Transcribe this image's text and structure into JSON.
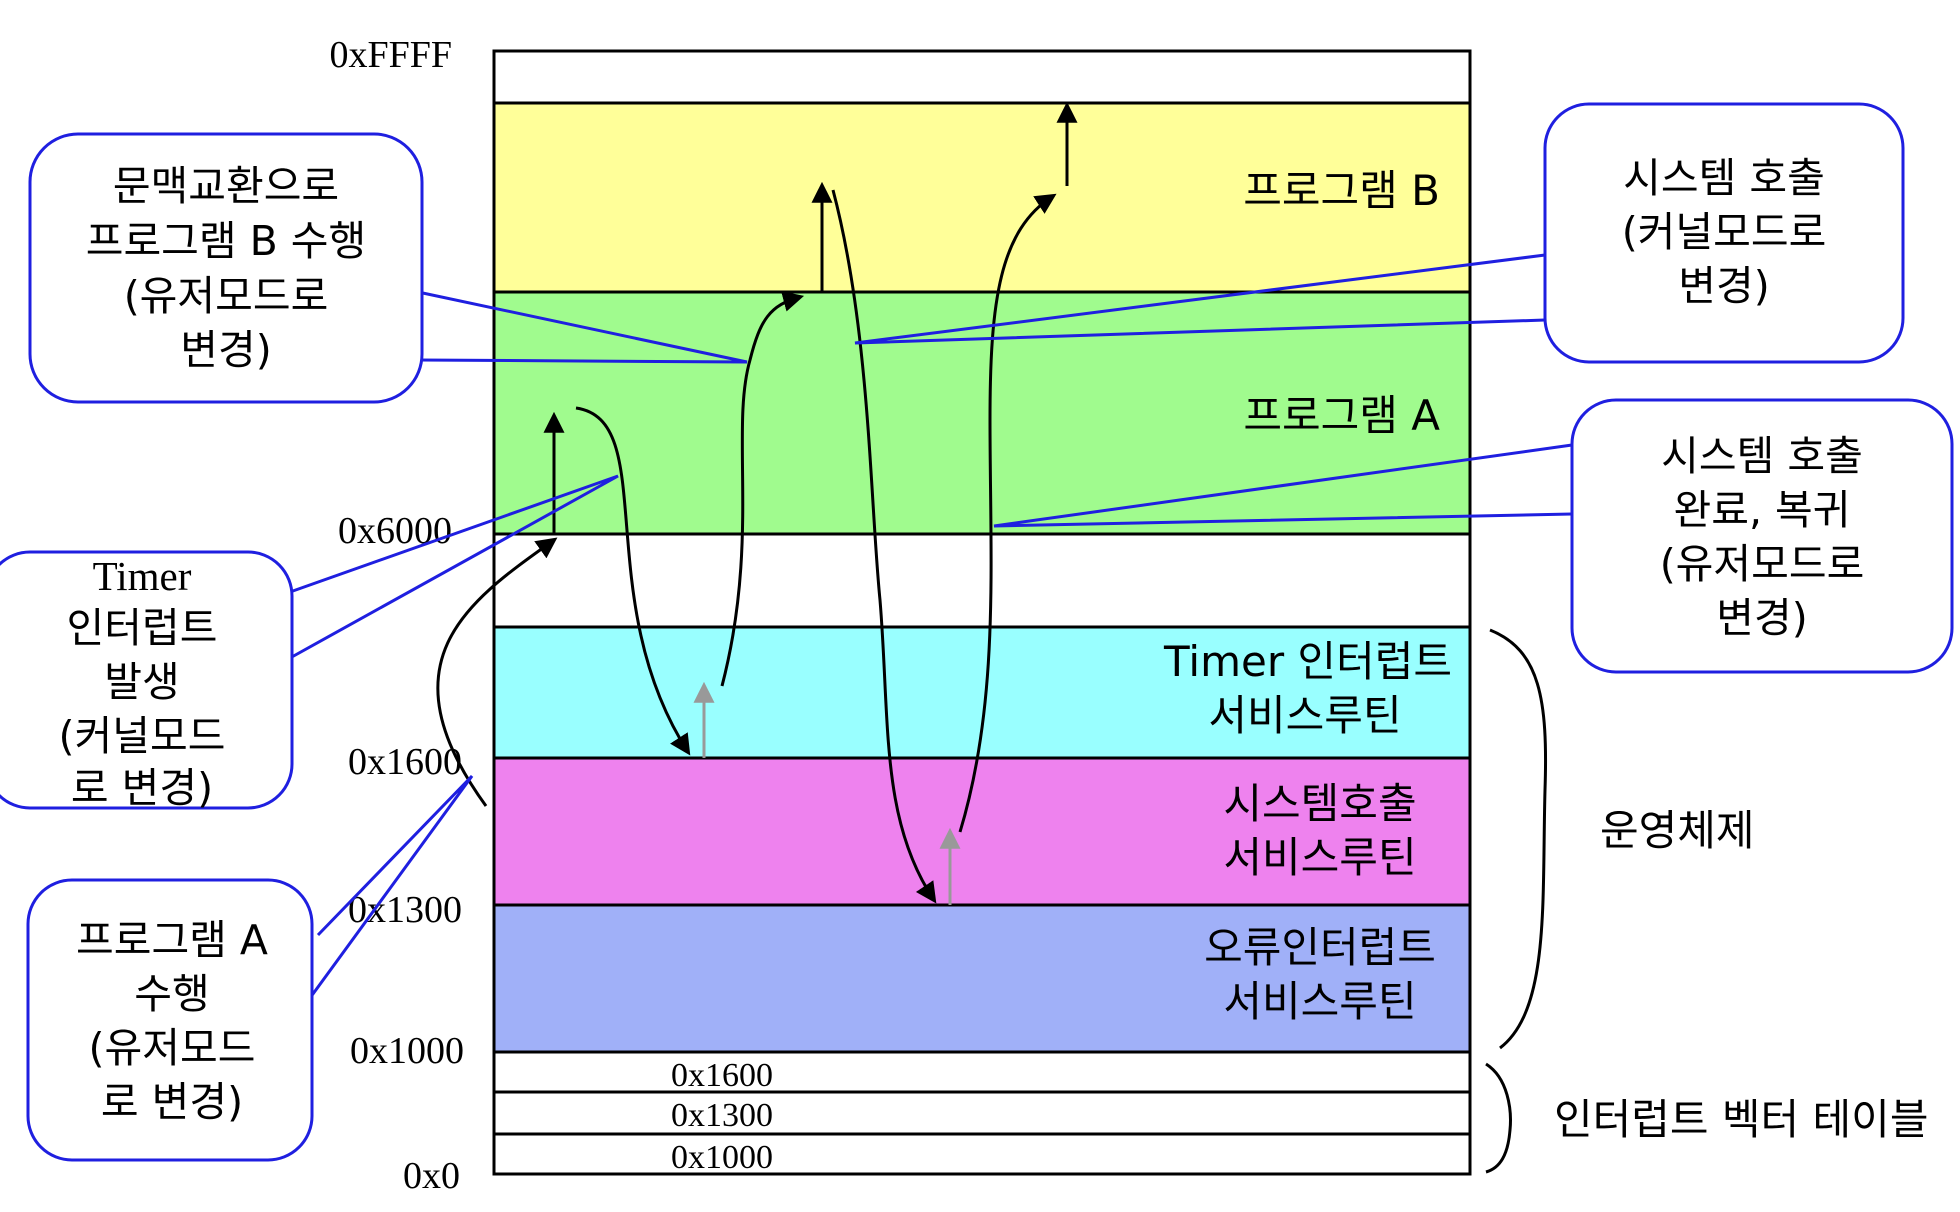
{
  "addresses": {
    "ffff": "0xFFFF",
    "a6000": "0x6000",
    "a1600": "0x1600",
    "a1300": "0x1300",
    "a1000": "0x1000",
    "a0": "0x0"
  },
  "vector_table_entries": [
    "0x1600",
    "0x1300",
    "0x1000"
  ],
  "regions": {
    "program_b": {
      "label": "프로그램 B",
      "color": "#FFFF99"
    },
    "program_a": {
      "label": "프로그램 A",
      "color": "#A0FB8E"
    },
    "timer_isr": {
      "line1": "Timer 인터럽트",
      "line2": "서비스루틴",
      "color": "#99FFFF"
    },
    "syscall_isr": {
      "line1": "시스템호출",
      "line2": "서비스루틴",
      "color": "#EE82EE"
    },
    "error_isr": {
      "line1": "오류인터럽트",
      "line2": "서비스루틴",
      "color": "#A0B0F8"
    }
  },
  "callouts": {
    "context_switch": [
      "문맥교환으로",
      "프로그램 B 수행",
      "(유저모드로",
      "변경)"
    ],
    "syscall": [
      "시스템 호출",
      "(커널모드로",
      "변경)"
    ],
    "syscall_return": [
      "시스템 호출",
      "완료, 복귀",
      "(유저모드로",
      "변경)"
    ],
    "timer_interrupt": [
      "Timer",
      "인터럽트",
      "발생",
      "(커널모드",
      "로 변경)"
    ],
    "program_a_run": [
      "프로그램 A",
      "수행",
      "(유저모드",
      "로 변경)"
    ]
  },
  "side_labels": {
    "os": "운영체제",
    "vector_table": "인터럽트 벡터 테이블"
  },
  "colors": {
    "callout_border": "#1F1FE0",
    "pointer_line": "#1F1FE0",
    "flow_arrow": "#000000",
    "return_arrow": "#999999"
  }
}
